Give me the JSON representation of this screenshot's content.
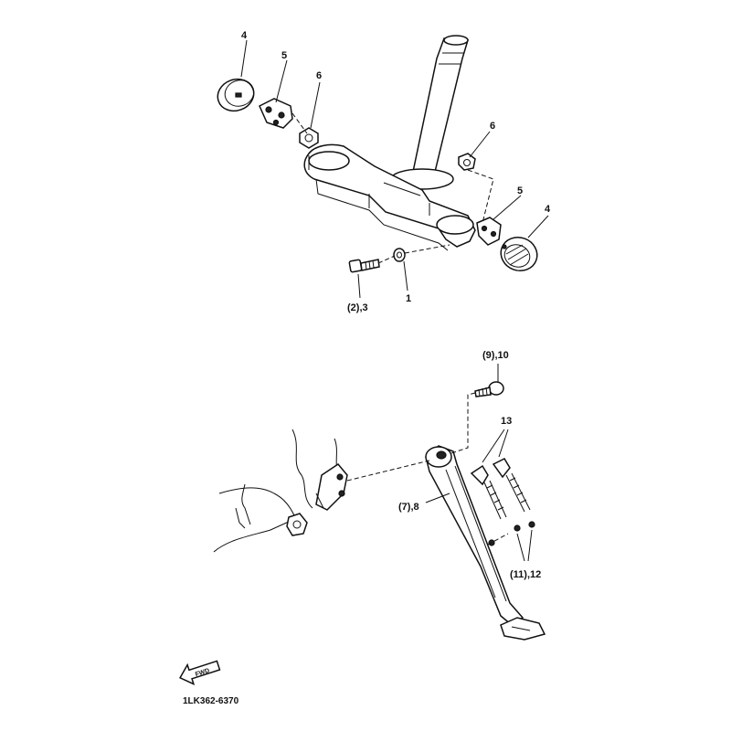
{
  "labels": {
    "top_4_left": "4",
    "top_5_left": "5",
    "top_6_left": "6",
    "top_6_right": "6",
    "top_5_right": "5",
    "top_4_right": "4",
    "top_bolt": "(2),3",
    "top_nut": "1",
    "stand_bolt": "(9),10",
    "stand_springs": "13",
    "stand_body": "(7),8",
    "stand_pin": "(11),12"
  },
  "direction_tag": "FWD",
  "drawing_code": "1LK362-6370"
}
